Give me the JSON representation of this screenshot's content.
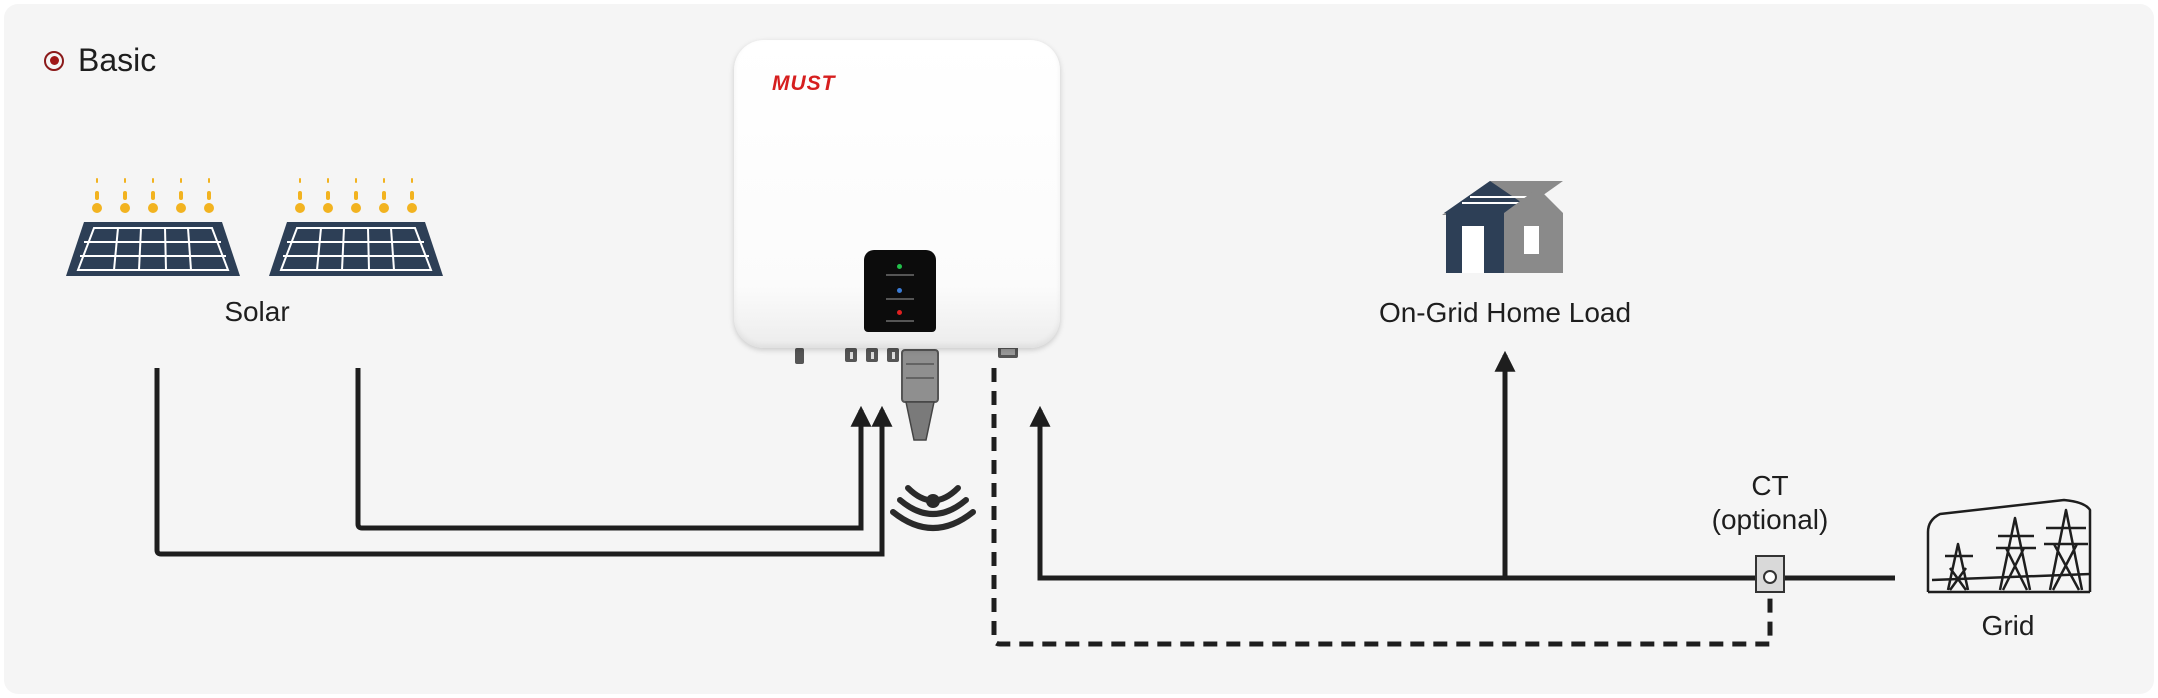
{
  "title": "Basic",
  "labels": {
    "solar": "Solar",
    "home_load": "On-Grid Home Load",
    "ct_line1": "CT",
    "ct_line2": "(optional)",
    "grid": "Grid"
  },
  "inverter": {
    "brand": "MUST"
  },
  "colors": {
    "accent": "#a01818",
    "line": "#1e1e1e",
    "panel_blue": "#2d3f56",
    "sun_yellow": "#f2b320",
    "house_dark": "#2d3f56",
    "house_gray": "#8a8a8a",
    "led_green": "#22c04a",
    "led_red": "#e02020"
  },
  "icons": [
    "radio-selected-icon",
    "solar-panel-icon",
    "sun-rays-icon",
    "house-icon",
    "wifi-icon",
    "transmission-tower-icon",
    "ct-clamp-icon",
    "arrow-icon"
  ]
}
